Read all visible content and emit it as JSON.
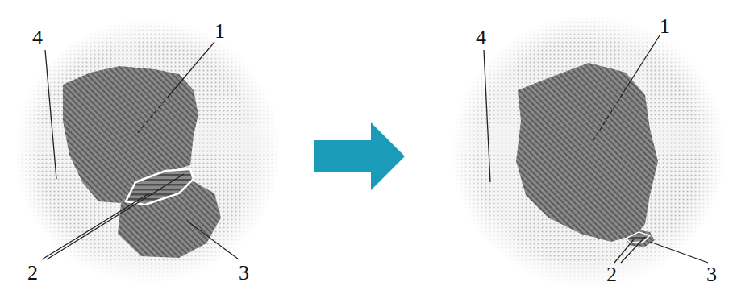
{
  "diagram": {
    "labels": [
      "4",
      "1",
      "2",
      "3",
      "4",
      "1",
      "2",
      "3"
    ]
  }
}
